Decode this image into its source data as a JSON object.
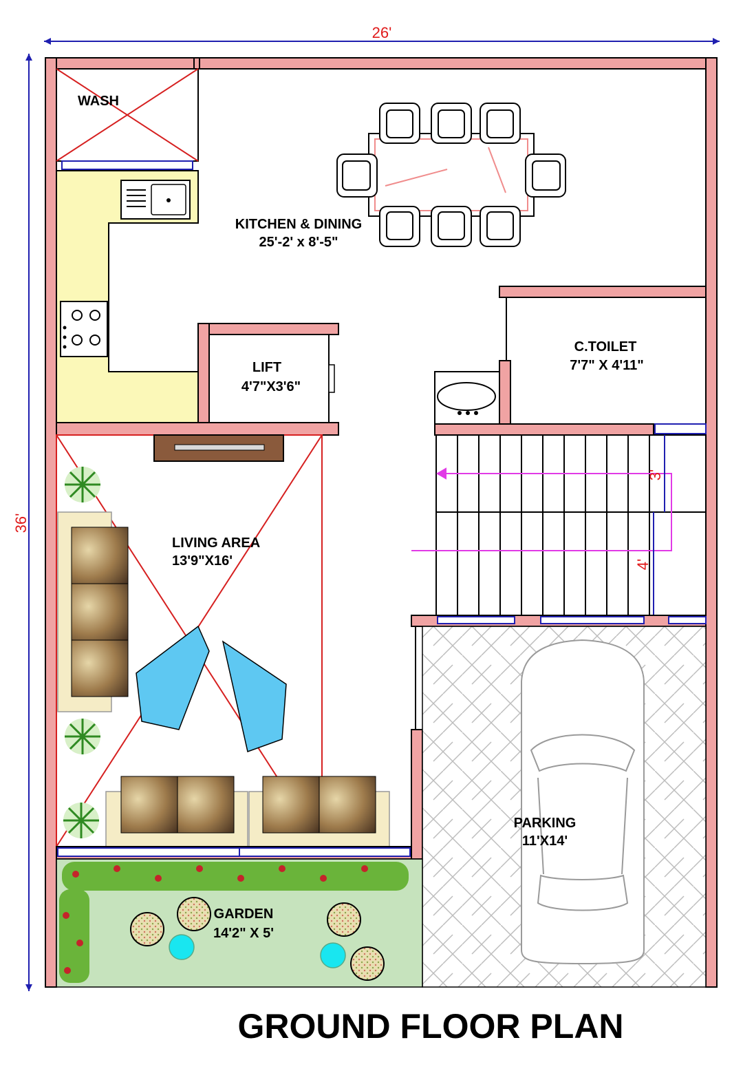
{
  "title": "GROUND FLOOR PLAN",
  "dimensions": {
    "width": "26'",
    "height": "36'"
  },
  "rooms": {
    "wash": {
      "name": "WASH"
    },
    "kitchen": {
      "name": "KITCHEN & DINING",
      "size": "25'-2' x 8'-5\""
    },
    "lift": {
      "name": "LIFT",
      "size": "4'7\"X3'6\""
    },
    "toilet": {
      "name": "C.TOILET",
      "size": "7'7\" X 4'11\""
    },
    "living": {
      "name": "LIVING AREA",
      "size": "13'9\"X16'"
    },
    "parking": {
      "name": "PARKING",
      "size": "11'X14'"
    },
    "garden": {
      "name": "GARDEN",
      "size": "14'2\" X 5'"
    }
  },
  "stair_dims": {
    "upper": "3'",
    "lower": "4'"
  },
  "colors": {
    "wall": "#f0a3a3",
    "wall_stroke": "#000000",
    "kitchen_counter": "#fbf8b8",
    "garden": "#c6e3bd",
    "water": "#5ec8f2",
    "dimension_line": "#1f1fb0",
    "dimension_text": "#e01b1b",
    "accent_magenta": "#e13ae6"
  }
}
